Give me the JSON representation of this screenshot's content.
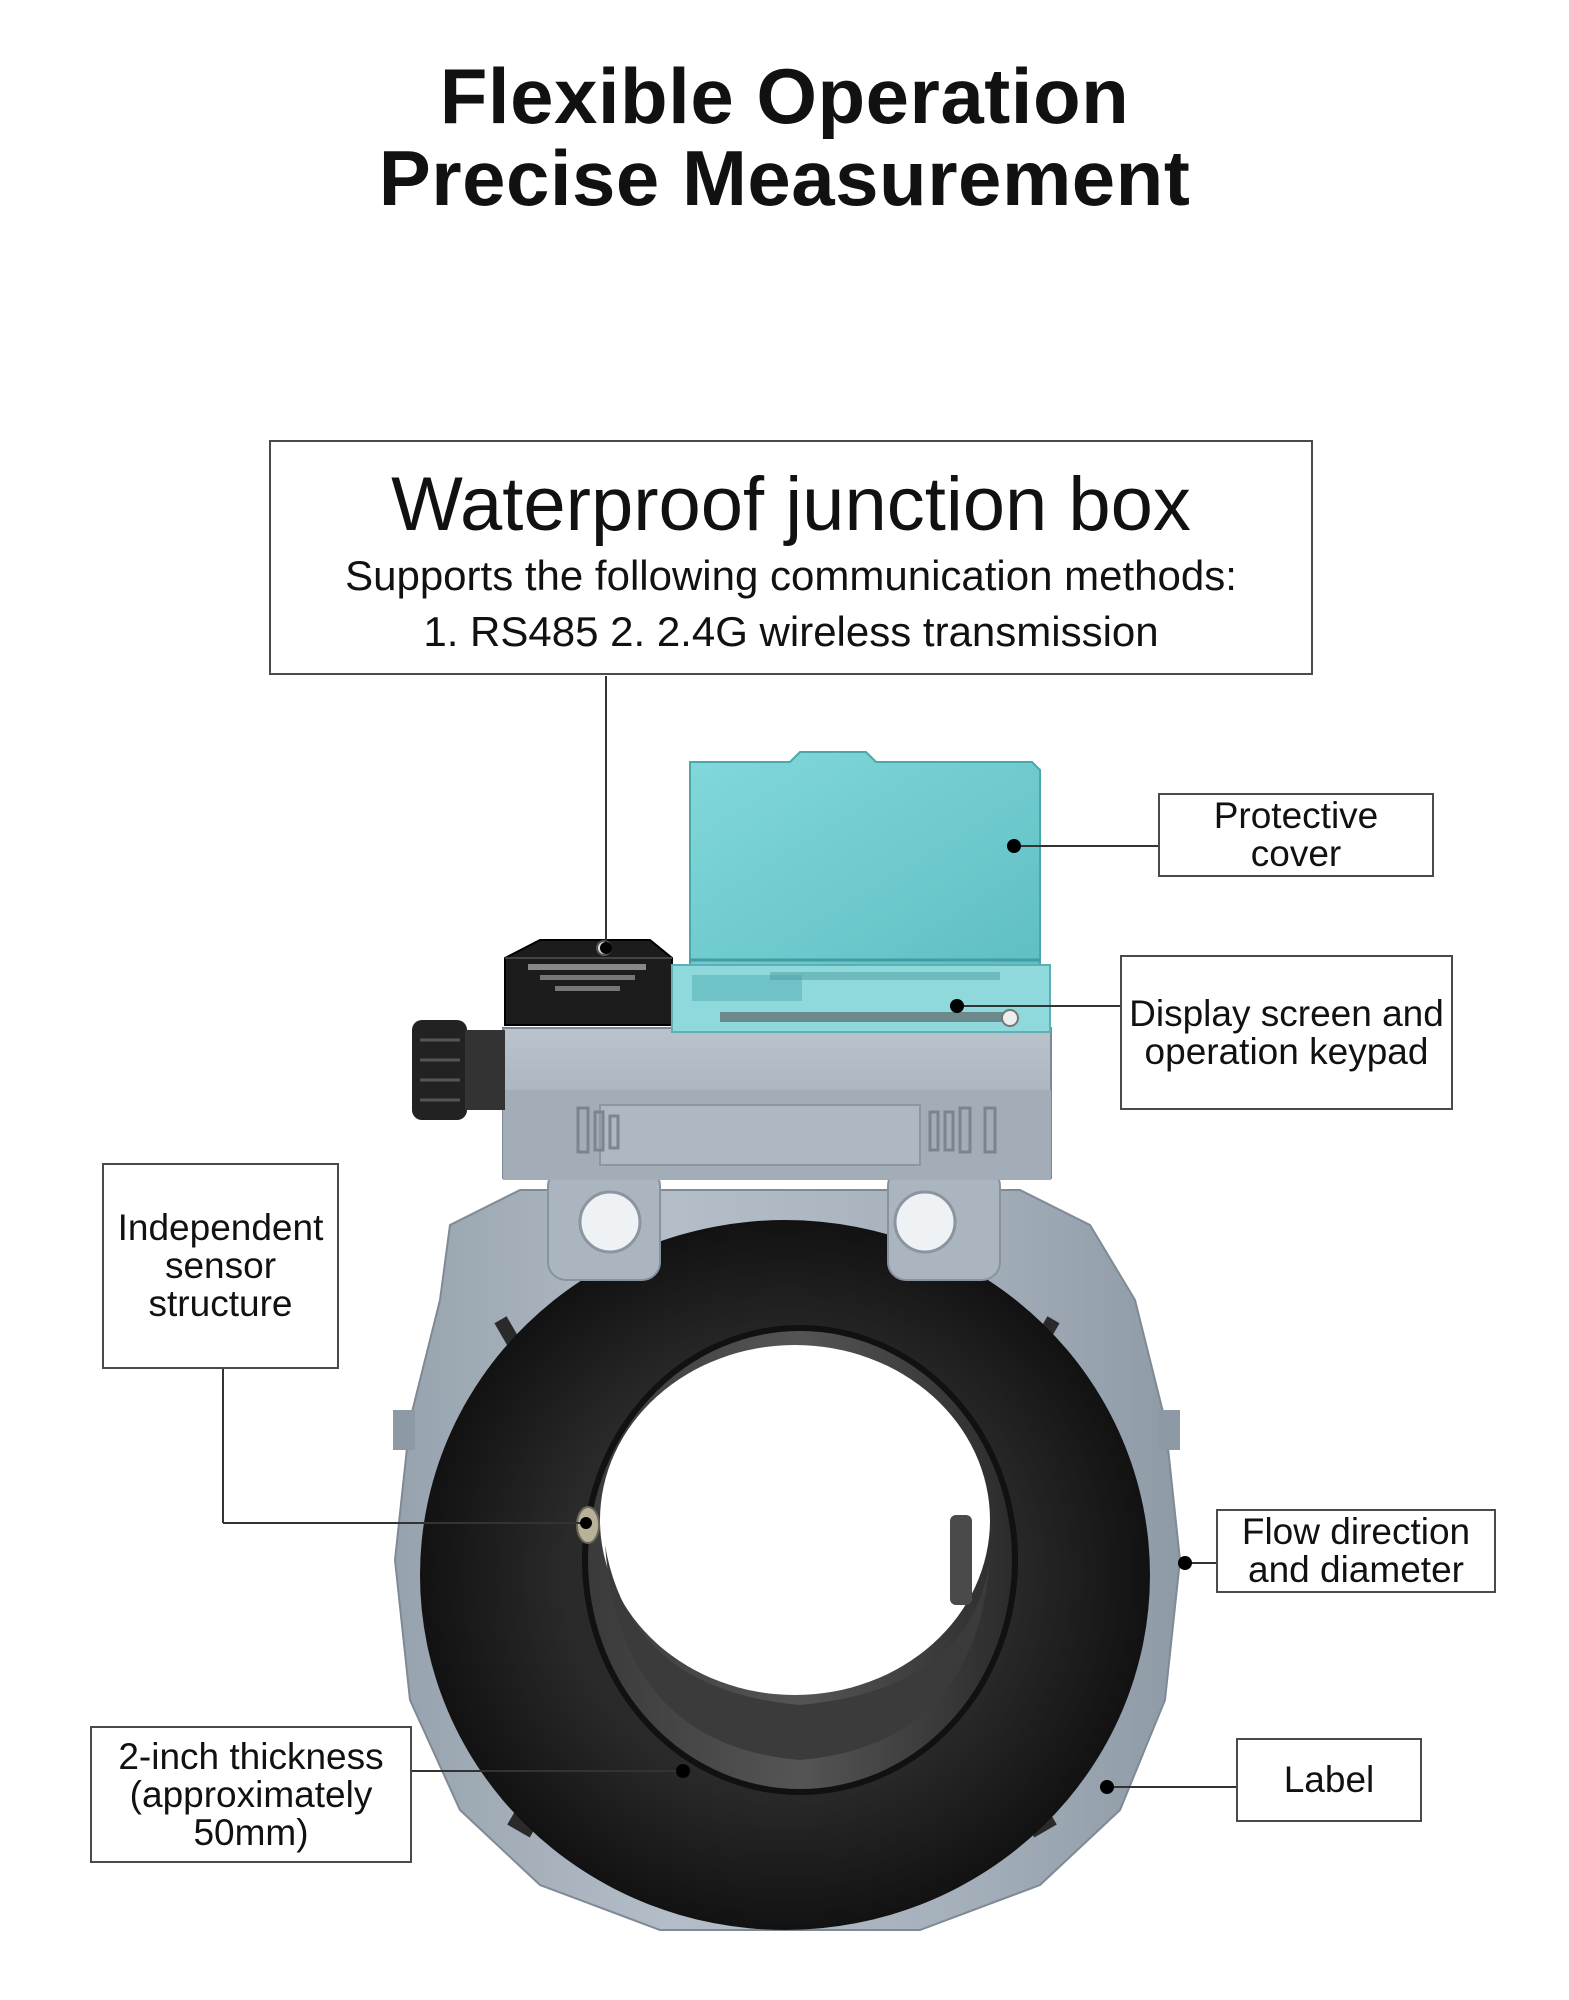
{
  "title": {
    "line1": "Flexible Operation",
    "line2": "Precise Measurement"
  },
  "callouts": {
    "junction_box": {
      "title": "Waterproof junction box",
      "subtitle": "Supports the following communication methods:",
      "detail": "1. RS485 2. 2.4G wireless transmission"
    },
    "protective_cover": [
      "Protective",
      "cover"
    ],
    "display_screen": [
      "Display screen and",
      "operation keypad"
    ],
    "sensor_structure": [
      "Independent",
      "sensor",
      "structure"
    ],
    "flow_direction": [
      "Flow direction",
      "and diameter"
    ],
    "thickness": [
      "2-inch thickness",
      "(approximately",
      "50mm)"
    ],
    "label": "Label"
  },
  "colors": {
    "body_grey": "#a9b4bf",
    "ring_black": "#1b1b1b",
    "cover_teal": "#74cfd1",
    "junction_black": "#1e1e1e",
    "leader_line": "#333333"
  }
}
